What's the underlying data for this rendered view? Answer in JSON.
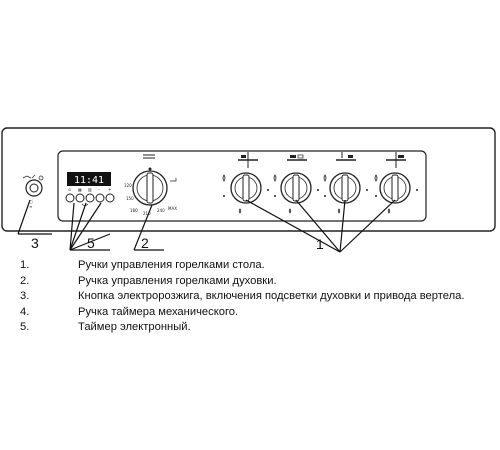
{
  "callouts": {
    "burner_knobs": "1",
    "oven_knob": "2",
    "ignition_button": "3",
    "electronic_timer": "5"
  },
  "panel": {
    "timer_display": "11:41",
    "knob_scale": [
      "120",
      "150",
      "180",
      "210",
      "240",
      "MAX"
    ]
  },
  "legend": [
    {
      "num": "1.",
      "text": "Ручки управления горелками стола."
    },
    {
      "num": "2.",
      "text": "Ручка управления горелками духовки."
    },
    {
      "num": "3.",
      "text": "Кнопка электророзжига, включения подсветки духовки и привода вертела."
    },
    {
      "num": "4.",
      "text": "Ручка таймера механического."
    },
    {
      "num": "5.",
      "text": "Таймер электронный."
    }
  ]
}
